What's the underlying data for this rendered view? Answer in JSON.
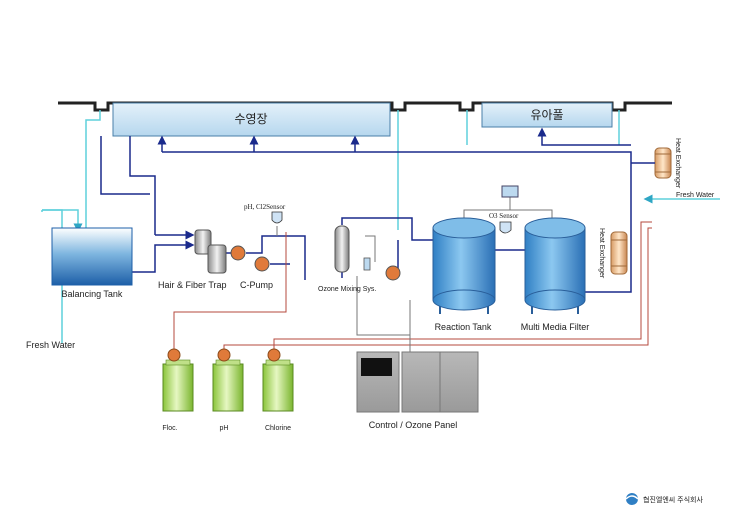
{
  "pools": {
    "main": "수영장",
    "kids": "유아풀"
  },
  "labels": {
    "balancing_tank": "Balancing Tank",
    "fresh_water_left": "Fresh Water",
    "fresh_water_right": "Fresh   Water",
    "hair_fiber_trap": "Hair & Fiber Trap",
    "c_pump": "C-Pump",
    "ph_cl2_sensor": "pH, Cl2Sensor",
    "ozone_mixing": "Ozone Mixing Sys.",
    "o3_sensor": "O3 Sensor",
    "reaction_tank": "Reaction Tank",
    "multi_media_filter": "Multi Media Filter",
    "heat_exchanger_top": "Heat Exchanger",
    "heat_exchanger_mid": "Heat Exchanger",
    "floc": "Floc.",
    "ph": "pH",
    "chlorine": "Chlorine",
    "control_panel": "Control / Ozone Panel"
  },
  "company": {
    "name": "협진엘엔씨 주식회사"
  },
  "colors": {
    "navy_pipe": "#1a2a8c",
    "cyan_pipe": "#5fd0dc",
    "red_pipe": "#b5483e",
    "pump": "#e07a3a",
    "tank_blue": "#4a9fd8",
    "pool_fill": "#cfe6f5"
  }
}
